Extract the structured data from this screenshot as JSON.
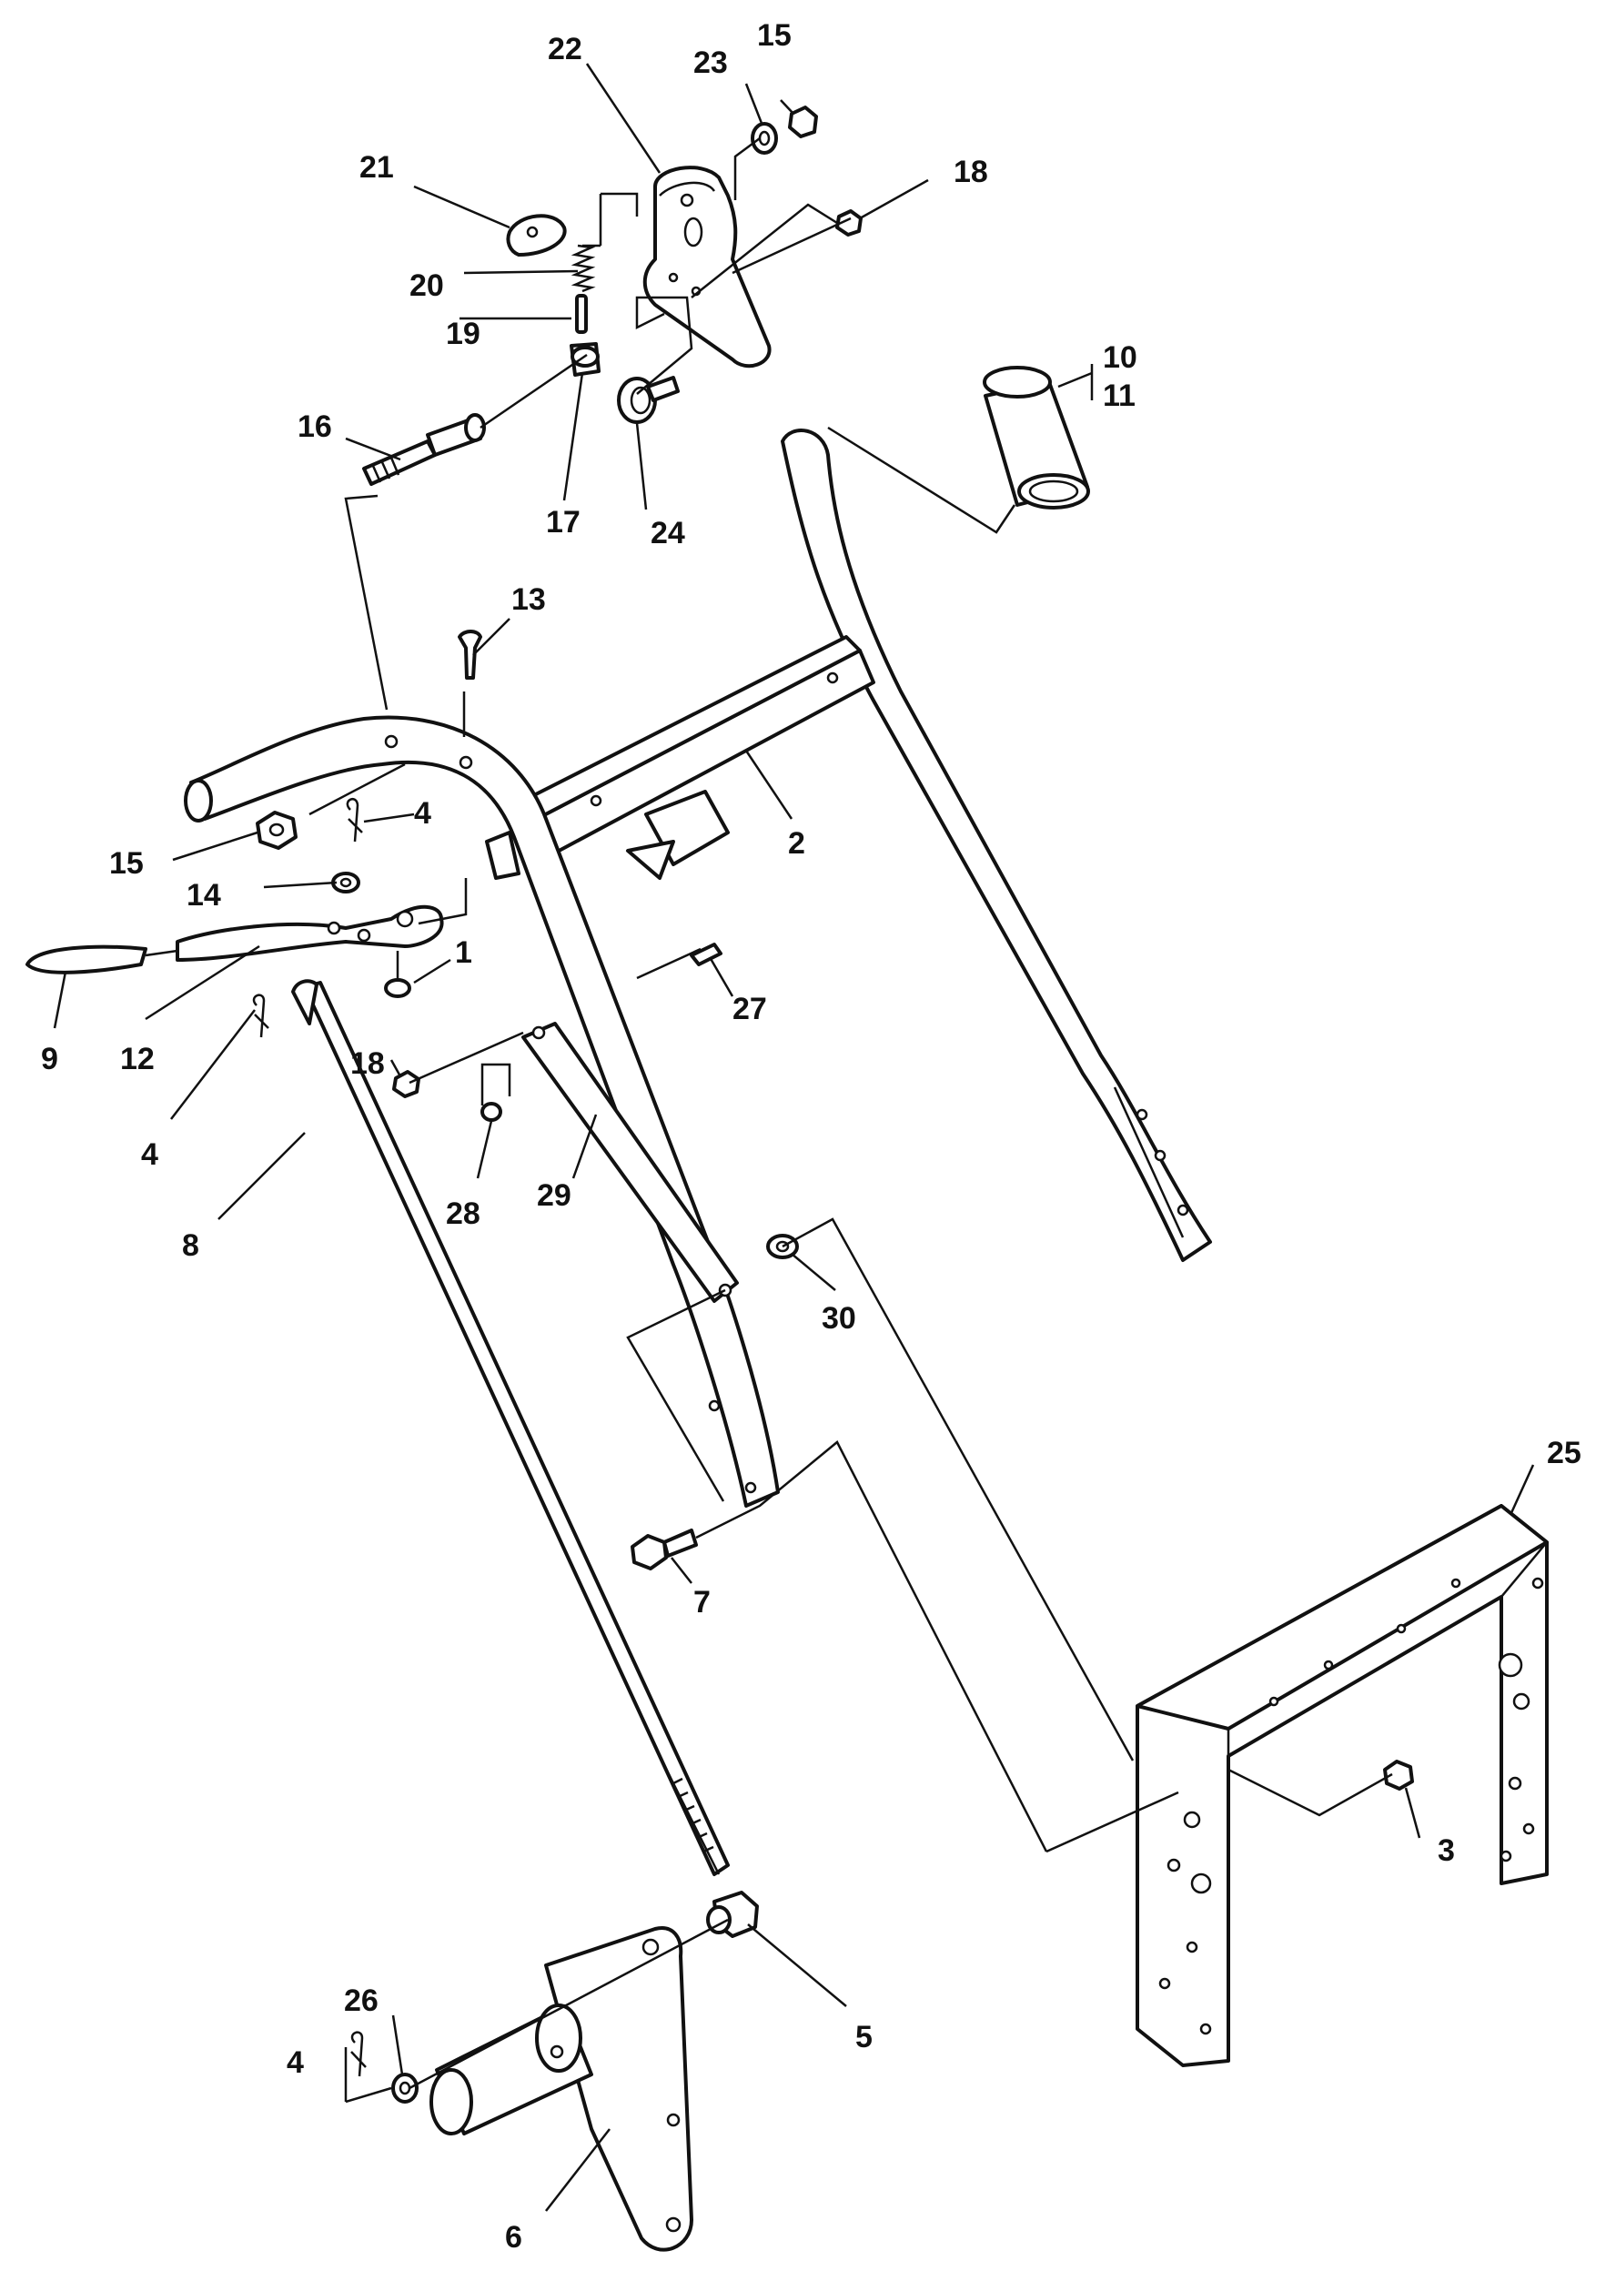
{
  "callouts": {
    "c1": "1",
    "c2": "2",
    "c3": "3",
    "c4a": "4",
    "c4b": "4",
    "c4c": "4",
    "c5": "5",
    "c6": "6",
    "c7": "7",
    "c8": "8",
    "c9": "9",
    "c10": "10",
    "c11": "11",
    "c12": "12",
    "c13": "13",
    "c14": "14",
    "c15a": "15",
    "c15b": "15",
    "c16": "16",
    "c17": "17",
    "c18a": "18",
    "c18b": "18",
    "c19": "19",
    "c20": "20",
    "c21": "21",
    "c22": "22",
    "c23": "23",
    "c24": "24",
    "c25": "25",
    "c26": "26",
    "c27": "27",
    "c28": "28",
    "c29": "29",
    "c30": "30"
  }
}
